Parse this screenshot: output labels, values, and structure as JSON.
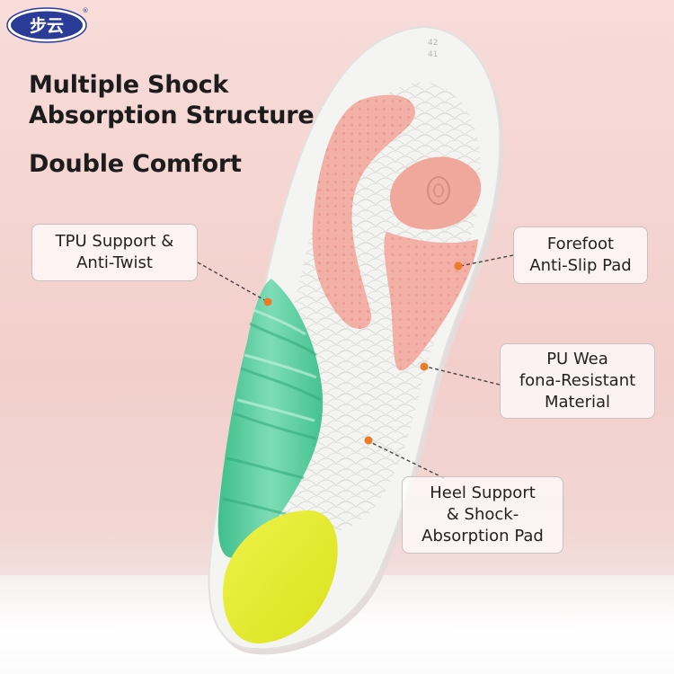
{
  "brand": {
    "logo_text": "步云",
    "registered_mark": "®",
    "color": "#2a3c97"
  },
  "headline": {
    "line1": "Multiple Shock",
    "line2": "Absorption Structure"
  },
  "subheadline": "Double Comfort",
  "insole": {
    "size_marks": [
      "42",
      "41"
    ],
    "colors": {
      "base": "#f4f4f2",
      "forefoot_pad": "#f0aaa0",
      "arch_support": "#5ccea0",
      "heel_pad": "#e6ec2a",
      "marker": "#ec7a28"
    }
  },
  "callouts": {
    "tpu": {
      "line1": "TPU Support &",
      "line2": "Anti-Twist"
    },
    "forefoot": {
      "line1": "Forefoot",
      "line2": "Anti-Slip Pad"
    },
    "pu": {
      "line1": "PU Wea",
      "line2": "fona-Resistant",
      "line3": "Material"
    },
    "heel": {
      "line1": "Heel Support",
      "line2": "& Shock-",
      "line3": "Absorption Pad"
    }
  }
}
